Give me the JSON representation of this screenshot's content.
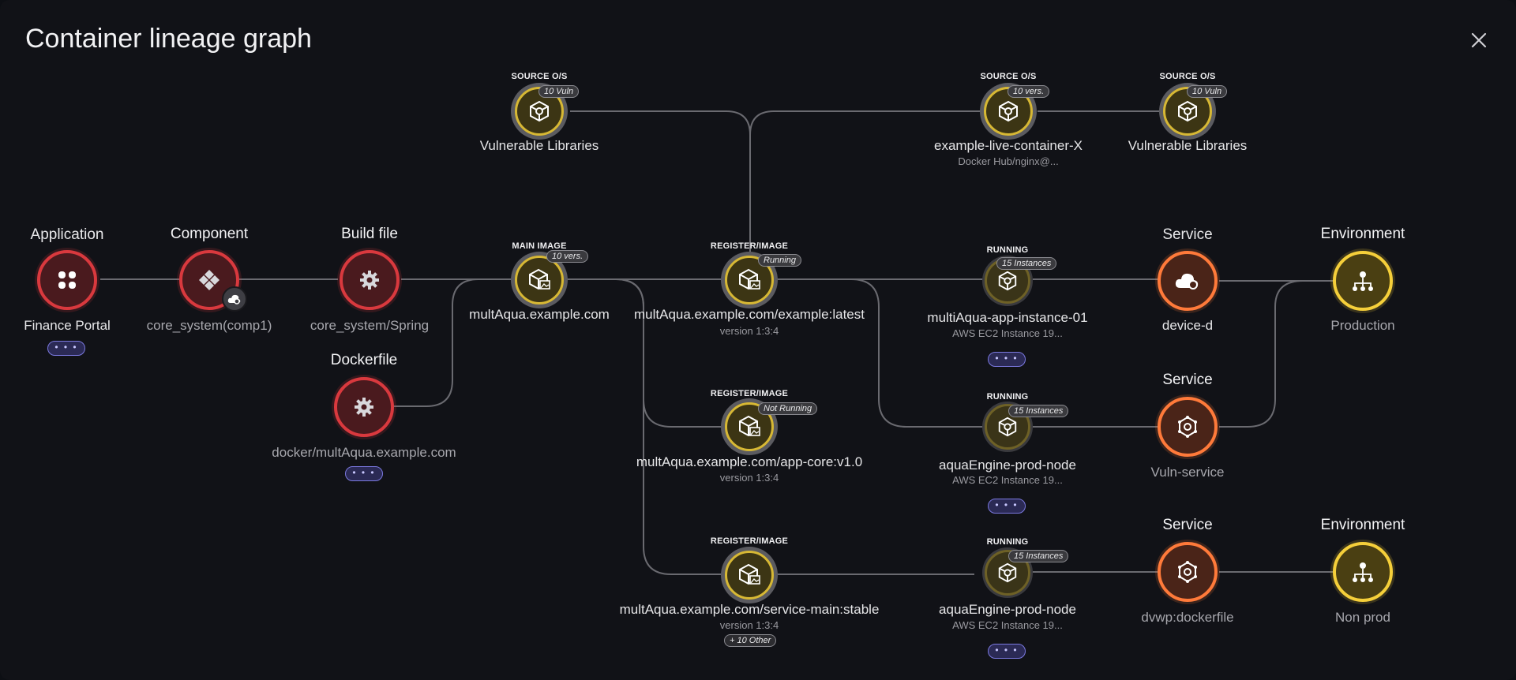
{
  "title": "Container lineage graph",
  "close_icon": "close-icon",
  "colors": {
    "background": "#111217",
    "red": "#d9393e",
    "orange": "#ff7a3a",
    "yellow": "#f5cf3a",
    "more_button": "#7b79e0",
    "edge": "#6a6a70"
  },
  "more_label": "• • •",
  "nodes": {
    "application": {
      "category": "Application",
      "name": "Finance Portal",
      "icon": "apps-grid-icon"
    },
    "component": {
      "category": "Component",
      "name": "core_system(comp1)",
      "icon": "component-icon",
      "badge_icon": "cloud-gear-icon"
    },
    "build_file": {
      "category": "Build file",
      "name": "core_system/Spring",
      "icon": "gear-icon"
    },
    "dockerfile": {
      "category": "Dockerfile",
      "name": "docker/multAqua.example.com",
      "icon": "gear-icon"
    },
    "main_image": {
      "category": "MAIN IMAGE",
      "badge": "10 vers.",
      "name": "multAqua.example.com",
      "icon": "container-image-icon"
    },
    "source_vuln_1": {
      "category": "SOURCE O/S",
      "badge": "10 Vuln",
      "name": "Vulnerable Libraries",
      "icon": "package-gear-icon"
    },
    "source_live": {
      "category": "SOURCE O/S",
      "badge": "10 vers.",
      "name": "example-live-container-X",
      "sub": "Docker Hub/nginx@...",
      "icon": "package-gear-icon"
    },
    "source_vuln_2": {
      "category": "SOURCE O/S",
      "badge": "10 Vuln",
      "name": "Vulnerable Libraries",
      "icon": "package-gear-icon"
    },
    "reg_latest": {
      "category": "REGISTER/IMAGE",
      "badge": "Running",
      "name": "multAqua.example.com/example:latest",
      "sub": "version 1:3:4",
      "icon": "container-image-icon"
    },
    "reg_core": {
      "category": "REGISTER/IMAGE",
      "badge": "Not Running",
      "name": "multAqua.example.com/app-core:v1.0",
      "sub": "version 1:3:4",
      "icon": "container-image-icon"
    },
    "reg_stable": {
      "category": "REGISTER/IMAGE",
      "name": "multAqua.example.com/service-main:stable",
      "sub": "version 1:3:4",
      "extra": "+ 10 Other",
      "icon": "container-image-icon"
    },
    "run_1": {
      "category": "RUNNING",
      "badge": "15 Instances",
      "name": "multiAqua-app-instance-01",
      "sub": "AWS EC2 Instance 19...",
      "icon": "package-gear-icon"
    },
    "run_2": {
      "category": "RUNNING",
      "badge": "15 Instances",
      "name": "aquaEngine-prod-node",
      "sub": "AWS EC2 Instance 19...",
      "icon": "package-gear-icon"
    },
    "run_3": {
      "category": "RUNNING",
      "badge": "15 Instances",
      "name": "aquaEngine-prod-node",
      "sub": "AWS EC2 Instance 19...",
      "icon": "package-gear-icon"
    },
    "svc_1": {
      "category": "Service",
      "name": "device-d",
      "icon": "cloud-gear-icon"
    },
    "svc_2": {
      "category": "Service",
      "name": "Vuln-service",
      "icon": "service-network-icon"
    },
    "svc_3": {
      "category": "Service",
      "name": "dvwp:dockerfile",
      "icon": "service-network-icon"
    },
    "env_1": {
      "category": "Environment",
      "name": "Production",
      "icon": "environment-hierarchy-icon"
    },
    "env_2": {
      "category": "Environment",
      "name": "Non prod",
      "icon": "environment-hierarchy-icon"
    }
  }
}
